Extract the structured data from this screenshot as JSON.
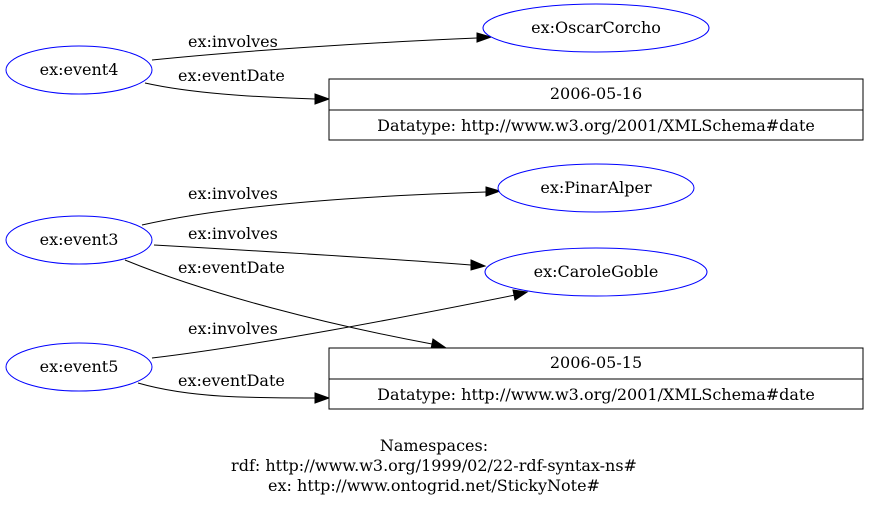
{
  "nodes": {
    "event4": "ex:event4",
    "event3": "ex:event3",
    "event5": "ex:event5",
    "oscar": "ex:OscarCorcho",
    "pinar": "ex:PinarAlper",
    "carole": "ex:CaroleGoble"
  },
  "literals": {
    "date1": {
      "value": "2006-05-16",
      "datatype": "Datatype: http://www.w3.org/2001/XMLSchema#date"
    },
    "date2": {
      "value": "2006-05-15",
      "datatype": "Datatype: http://www.w3.org/2001/XMLSchema#date"
    }
  },
  "edges": {
    "e4_involves": "ex:involves",
    "e4_date": "ex:eventDate",
    "e3_involves_pinar": "ex:involves",
    "e3_involves_carole": "ex:involves",
    "e3_date": "ex:eventDate",
    "e5_involves": "ex:involves",
    "e5_date": "ex:eventDate"
  },
  "footer": {
    "title": "Namespaces:",
    "rdf": "rdf: http://www.w3.org/1999/02/22-rdf-syntax-ns#",
    "ex": "ex: http://www.ontogrid.net/StickyNote#"
  }
}
